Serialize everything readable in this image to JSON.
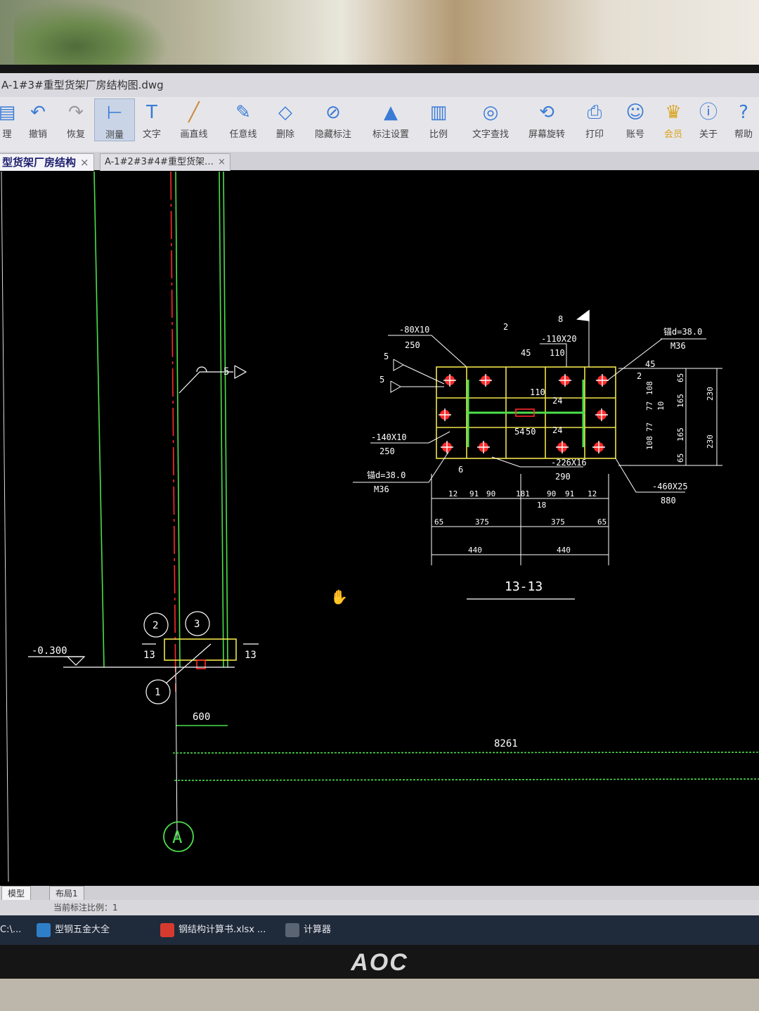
{
  "window": {
    "title": "A-1#3#重型货架厂房结构图.dwg"
  },
  "toolbar": {
    "items": [
      {
        "label": "理",
        "icon": "manage-icon"
      },
      {
        "label": "撤销",
        "icon": "undo-icon"
      },
      {
        "label": "恢复",
        "icon": "redo-icon"
      },
      {
        "label": "测量",
        "icon": "measure-icon",
        "active": true
      },
      {
        "label": "文字",
        "icon": "text-icon"
      },
      {
        "label": "画直线",
        "icon": "line-icon"
      },
      {
        "label": "任意线",
        "icon": "pen-icon"
      },
      {
        "label": "删除",
        "icon": "eraser-icon"
      },
      {
        "label": "隐藏标注",
        "icon": "hide-icon"
      },
      {
        "label": "标注设置",
        "icon": "dimension-settings-icon"
      },
      {
        "label": "比例",
        "icon": "scale-icon"
      },
      {
        "label": "文字查找",
        "icon": "text-search-icon"
      },
      {
        "label": "屏幕旋转",
        "icon": "rotate-screen-icon"
      },
      {
        "label": "打印",
        "icon": "print-icon"
      },
      {
        "label": "账号",
        "icon": "user-icon"
      },
      {
        "label": "会员",
        "icon": "vip-icon"
      },
      {
        "label": "关于",
        "icon": "info-icon"
      },
      {
        "label": "帮助",
        "icon": "help-icon"
      }
    ]
  },
  "tabs": [
    {
      "label": "型货架厂房结构",
      "close": "×"
    },
    {
      "label": "A-1#2#3#4#重型货架…",
      "close": "×"
    }
  ],
  "drawing": {
    "elevation": "-0.300",
    "section_mark": "13",
    "callouts": [
      "1",
      "2",
      "3"
    ],
    "weld_size": "5",
    "dim_600": "600",
    "dim_8261": "8261",
    "axis_label": "A",
    "section_title": "13-13",
    "detail": {
      "plate_80x10": "-80X10",
      "len_250a": "250",
      "plate_110x20": "-110X20",
      "len_110": "110",
      "weld_2": "2",
      "weld_8": "8",
      "dim_45": "45",
      "anchor_d": "锚d=38.0",
      "anchor_m": "M36",
      "weld_5a": "5",
      "weld_5b": "5",
      "plate_140x10": "-140X10",
      "len_250b": "250",
      "anchor_d2": "锚d=38.0",
      "anchor_m2": "M36",
      "plate_226x16": "-226X16",
      "len_290": "290",
      "plate_460x25": "-460X25",
      "len_880": "880",
      "dim_110": "110",
      "dim_24a": "24",
      "dim_24b": "24",
      "dim_54": "54",
      "dim_50": "50",
      "dim_6": "6",
      "dim_45b": "45",
      "dim_2b": "2",
      "right_dims": [
        "108",
        "77",
        "10",
        "77",
        "108",
        "65",
        "165",
        "165",
        "65",
        "230",
        "230"
      ],
      "bottom_row1": [
        "12",
        "91",
        "90",
        "181",
        "90",
        "91",
        "12"
      ],
      "bottom_18": "18",
      "bottom_row2": [
        "65",
        "375",
        "375",
        "65"
      ],
      "bottom_row3": [
        "440",
        "440"
      ]
    }
  },
  "layout_tabs": [
    "模型",
    "布局1"
  ],
  "status": {
    "text": "当前标注比例：1"
  },
  "taskbar": [
    {
      "label": "C:\\...",
      "icon": "terminal-icon",
      "color": "#3a4a5c"
    },
    {
      "label": "型钢五金大全",
      "icon": "app-icon",
      "color": "#2f7fc8"
    },
    {
      "label": "钢结构计算书.xlsx ...",
      "icon": "wps-icon",
      "color": "#d63a2f"
    },
    {
      "label": "计算器",
      "icon": "calculator-icon",
      "color": "#5a6472"
    }
  ],
  "monitor": {
    "brand": "AOC"
  }
}
